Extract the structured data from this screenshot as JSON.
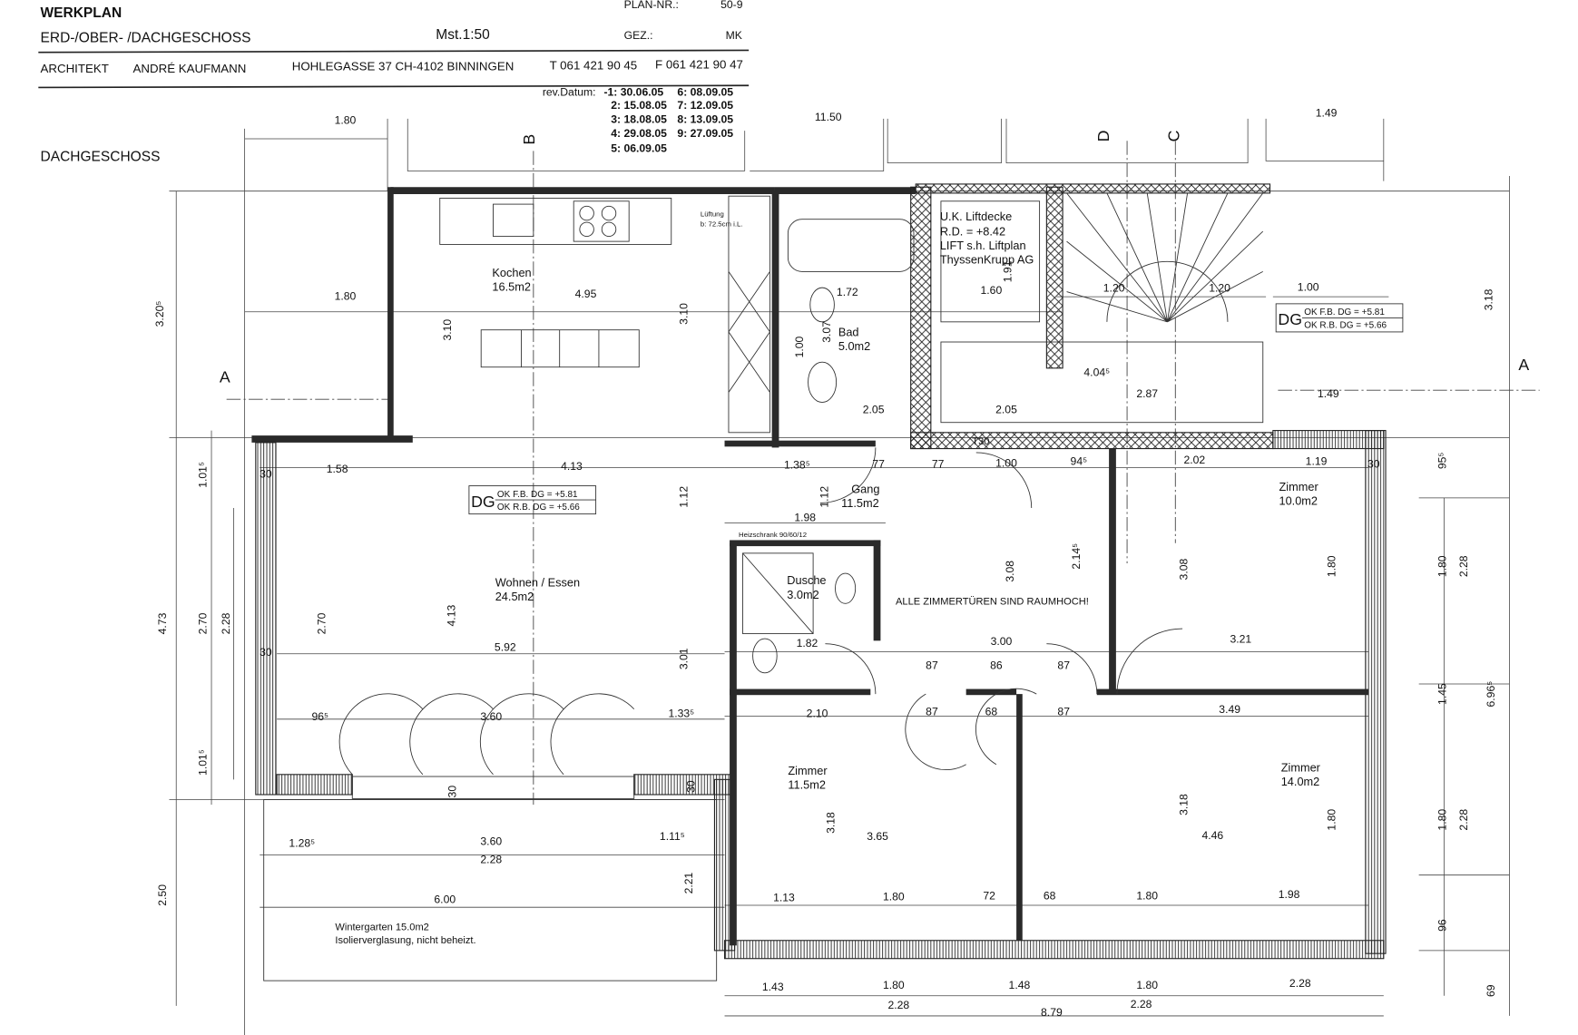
{
  "title_block": {
    "title": "WERKPLAN",
    "subtitle": "ERD-/OBER- /DACHGESCHOSS",
    "scale": "Mst.1:50",
    "plan_nr_label": "PLAN-NR.:",
    "plan_nr": "50-9",
    "drawn_by_label": "GEZ.:",
    "drawn_by": "MK",
    "architect_label": "ARCHITEKT",
    "architect": "ANDRÉ KAUFMANN",
    "address": "HOHLEGASSE 37  CH-4102 BINNINGEN",
    "phone": "T 061 421 90 45",
    "fax": "F 061 421 90 47",
    "rev_label": "rev.Datum:",
    "revisions": [
      "-1: 30.06.05",
      "2: 15.08.05",
      "3: 18.08.05",
      "4: 29.08.05",
      "5: 06.09.05",
      "6: 08.09.05",
      "7: 12.09.05",
      "8: 13.09.05",
      "9: 27.09.05"
    ]
  },
  "floor_label": "DACHGESCHOSS",
  "section_markers": [
    "A",
    "A",
    "B",
    "C",
    "D"
  ],
  "rooms": [
    {
      "name": "Kochen",
      "area": "16.5m2"
    },
    {
      "name": "Bad",
      "area": "5.0m2"
    },
    {
      "name": "Wohnen / Essen",
      "area": "24.5m2"
    },
    {
      "name": "Gang",
      "area": "11.5m2"
    },
    {
      "name": "Dusche",
      "area": "3.0m2"
    },
    {
      "name": "Zimmer",
      "area": "10.0m2"
    },
    {
      "name": "Zimmer",
      "area": "11.5m2"
    },
    {
      "name": "Zimmer",
      "area": "14.0m2"
    },
    {
      "name": "Wintergarten 15.0m2",
      "area": "Isolierverglasung, nicht beheizt."
    }
  ],
  "notes": {
    "lift": [
      "U.K. Liftdecke",
      "R.D. = +8.42",
      "LIFT s.h. Liftplan",
      "ThyssenKrupp AG"
    ],
    "ventilation": [
      "Lüftung",
      "b: 72.5cm i.L."
    ],
    "cabinet": "Heizschrank 90/60/12",
    "doors": "ALLE ZIMMERTÜREN SIND RAUMHOCH!",
    "fire_door": "T30"
  },
  "level_tags": [
    {
      "tag": "DG",
      "line1": "OK F.B. DG = +5.81",
      "line2": "OK R.B. DG = +5.66"
    },
    {
      "tag": "DG",
      "line1": "OK F.B. DG = +5.81",
      "line2": "OK R.B. DG = +5.66"
    }
  ],
  "dimensions": [
    "1.80",
    "11.50",
    "1.49",
    "1.80",
    "4.95",
    "3.10",
    "3.10",
    "1.72",
    "1.60",
    "1.00",
    "4.04⁵",
    "2.87",
    "1.49",
    "2.05",
    "2.05",
    "4.13",
    "1.58",
    "1.38⁵",
    "77",
    "77",
    "1.00",
    "94⁵",
    "2.02",
    "1.19",
    "1.98",
    "1.12",
    "1.12",
    "3.08",
    "2.14⁵",
    "3.08",
    "1.80",
    "5.92",
    "1.82",
    "3.00",
    "3.21",
    "87",
    "86",
    "87",
    "2.10",
    "87",
    "68",
    "87",
    "3.49",
    "1.33⁵",
    "3.60",
    "96⁵",
    "3.65",
    "4.46",
    "3.18",
    "3.18",
    "1.28⁵",
    "3.60",
    "1.11⁵",
    "2.28",
    "6.00",
    "2.21",
    "1.13",
    "1.80",
    "72",
    "68",
    "1.80",
    "1.98",
    "1.43",
    "1.80",
    "1.48",
    "1.80",
    "2.28",
    "2.28",
    "2.28",
    "8.79",
    "3.20⁵",
    "1.01⁵",
    "4.73",
    "2.70",
    "2.28",
    "2.70",
    "4.13",
    "3.01",
    "1.01⁵",
    "2.50",
    "3.18",
    "95⁵",
    "1.80",
    "2.28",
    "6.96⁵",
    "1.45",
    "1.80",
    "2.28",
    "96",
    "69",
    "1.80",
    "1.20",
    "1.20",
    "1.91",
    "3.07",
    "1.00",
    "30",
    "30",
    "30",
    "30",
    "30"
  ]
}
